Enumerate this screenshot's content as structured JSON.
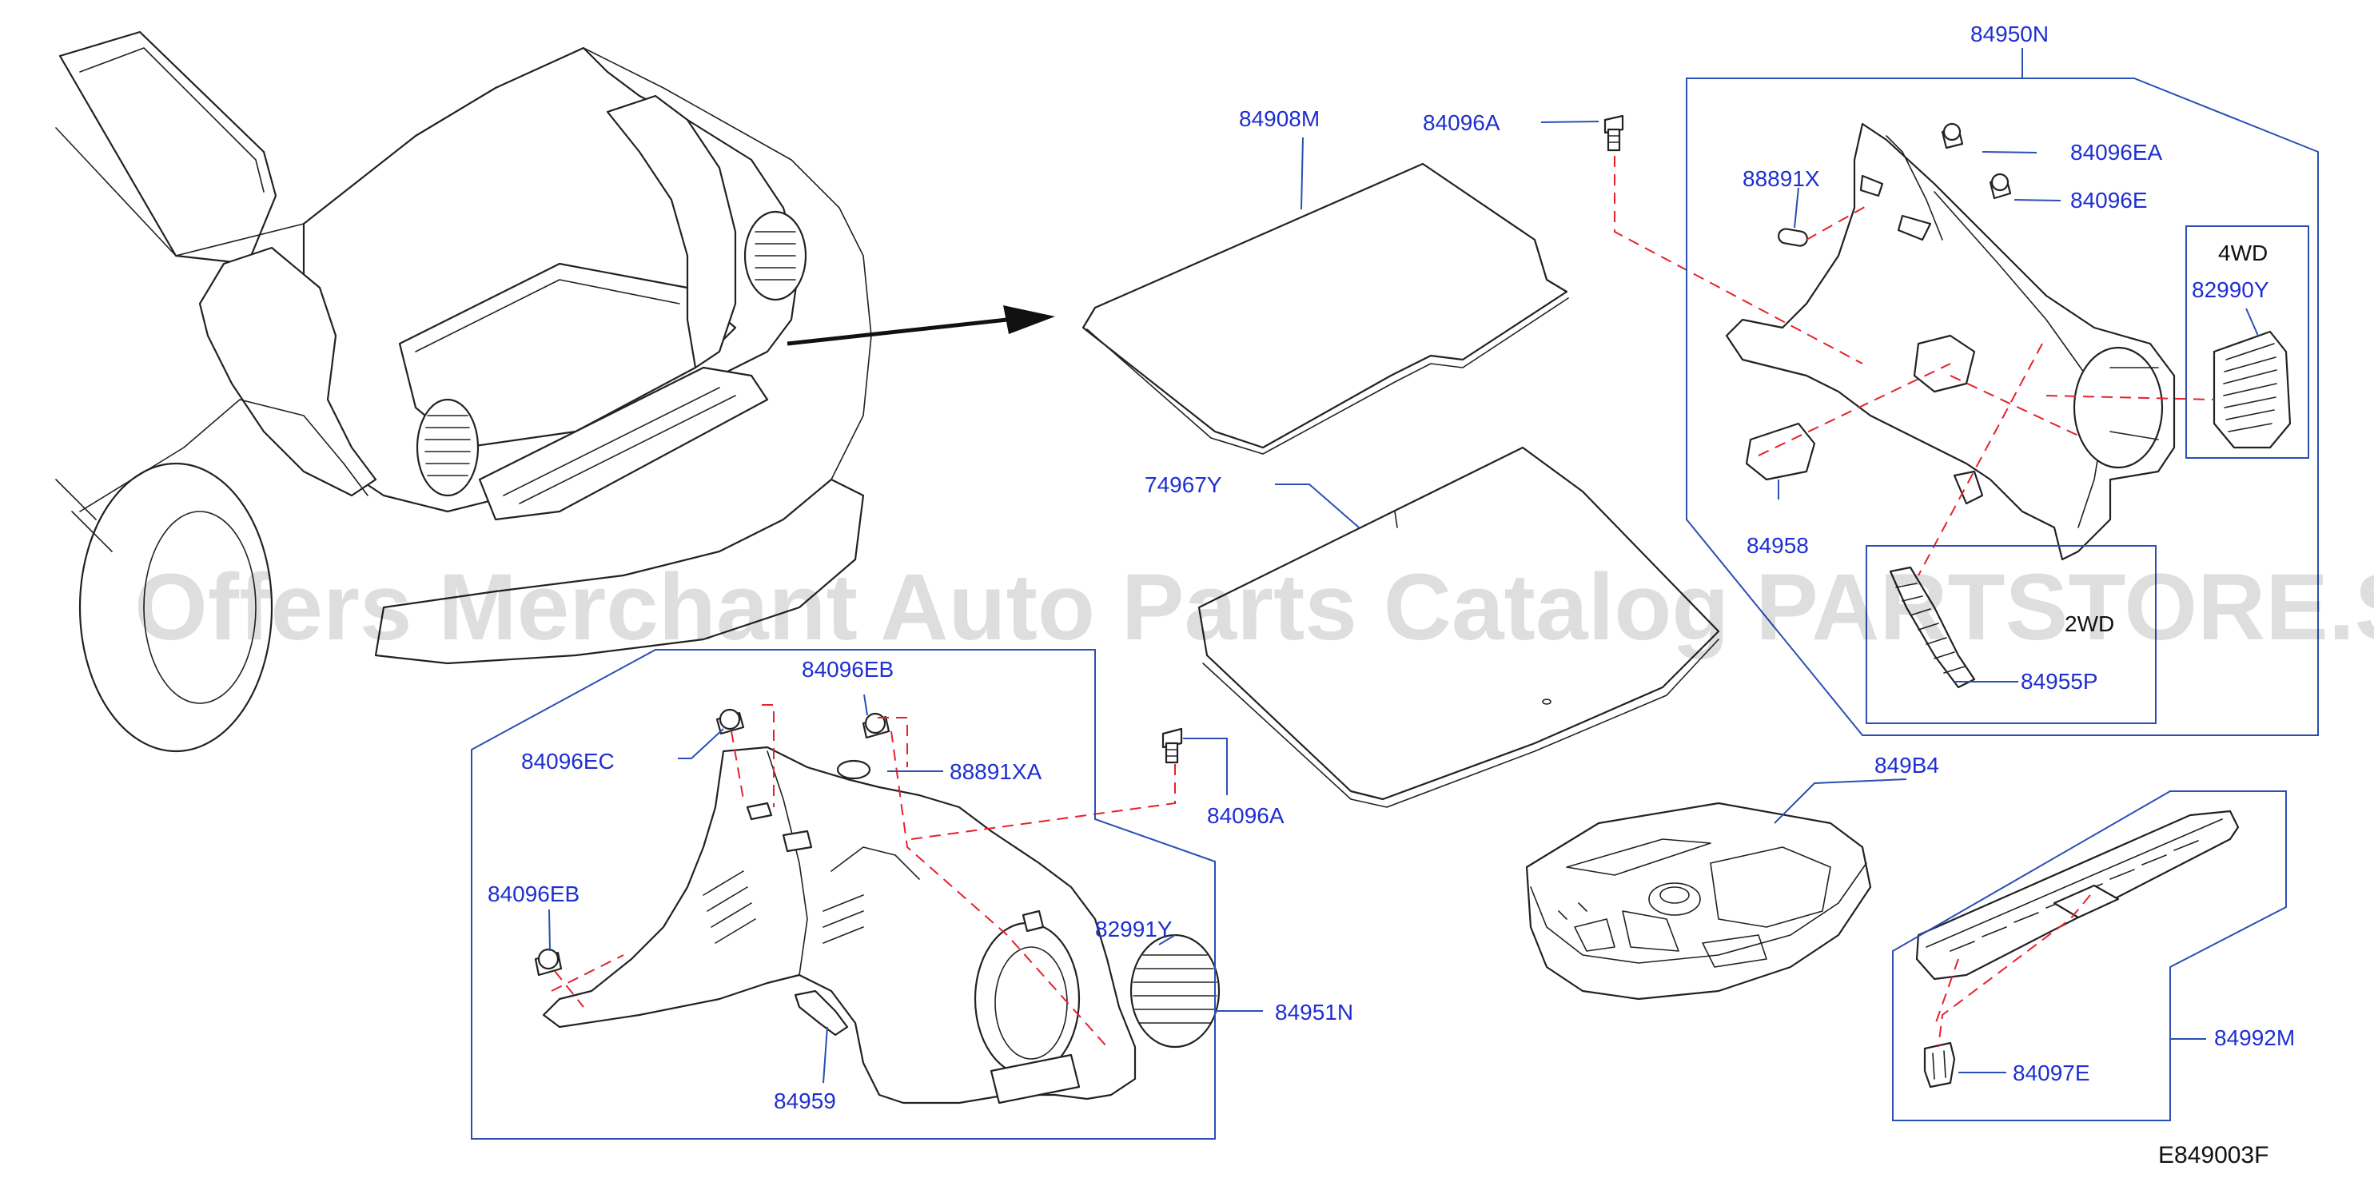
{
  "diagram": {
    "drawing_code": "E849003F",
    "watermark": "Offers Merchant Auto Parts Catalog PARTSTORE.SA",
    "group_labels": {
      "g84950n": "84950N",
      "g84951n": "84951N",
      "g84992m": "84992M",
      "g849b4": "849B4"
    },
    "part_labels": {
      "p84908m": "84908M",
      "p84096a_top": "84096A",
      "p74967y": "74967Y",
      "p88891x": "88891X",
      "p84096ea": "84096EA",
      "p84096e": "84096E",
      "p84958": "84958",
      "p82990y": "82990Y",
      "p84955p": "84955P",
      "p84096eb_top": "84096EB",
      "p84096ec": "84096EC",
      "p88891xa": "88891XA",
      "p84096a_mid": "84096A",
      "p84096eb_left": "84096EB",
      "p82991y": "82991Y",
      "p84959": "84959",
      "p84097e": "84097E"
    },
    "variant_labels": {
      "v4wd": "4WD",
      "v2wd": "2WD"
    },
    "colors": {
      "label_blue": "#1f2fd0",
      "leader_blue": "#2b4fb4",
      "hidden_line_red": "#e8202a",
      "outline": "#222222"
    }
  }
}
